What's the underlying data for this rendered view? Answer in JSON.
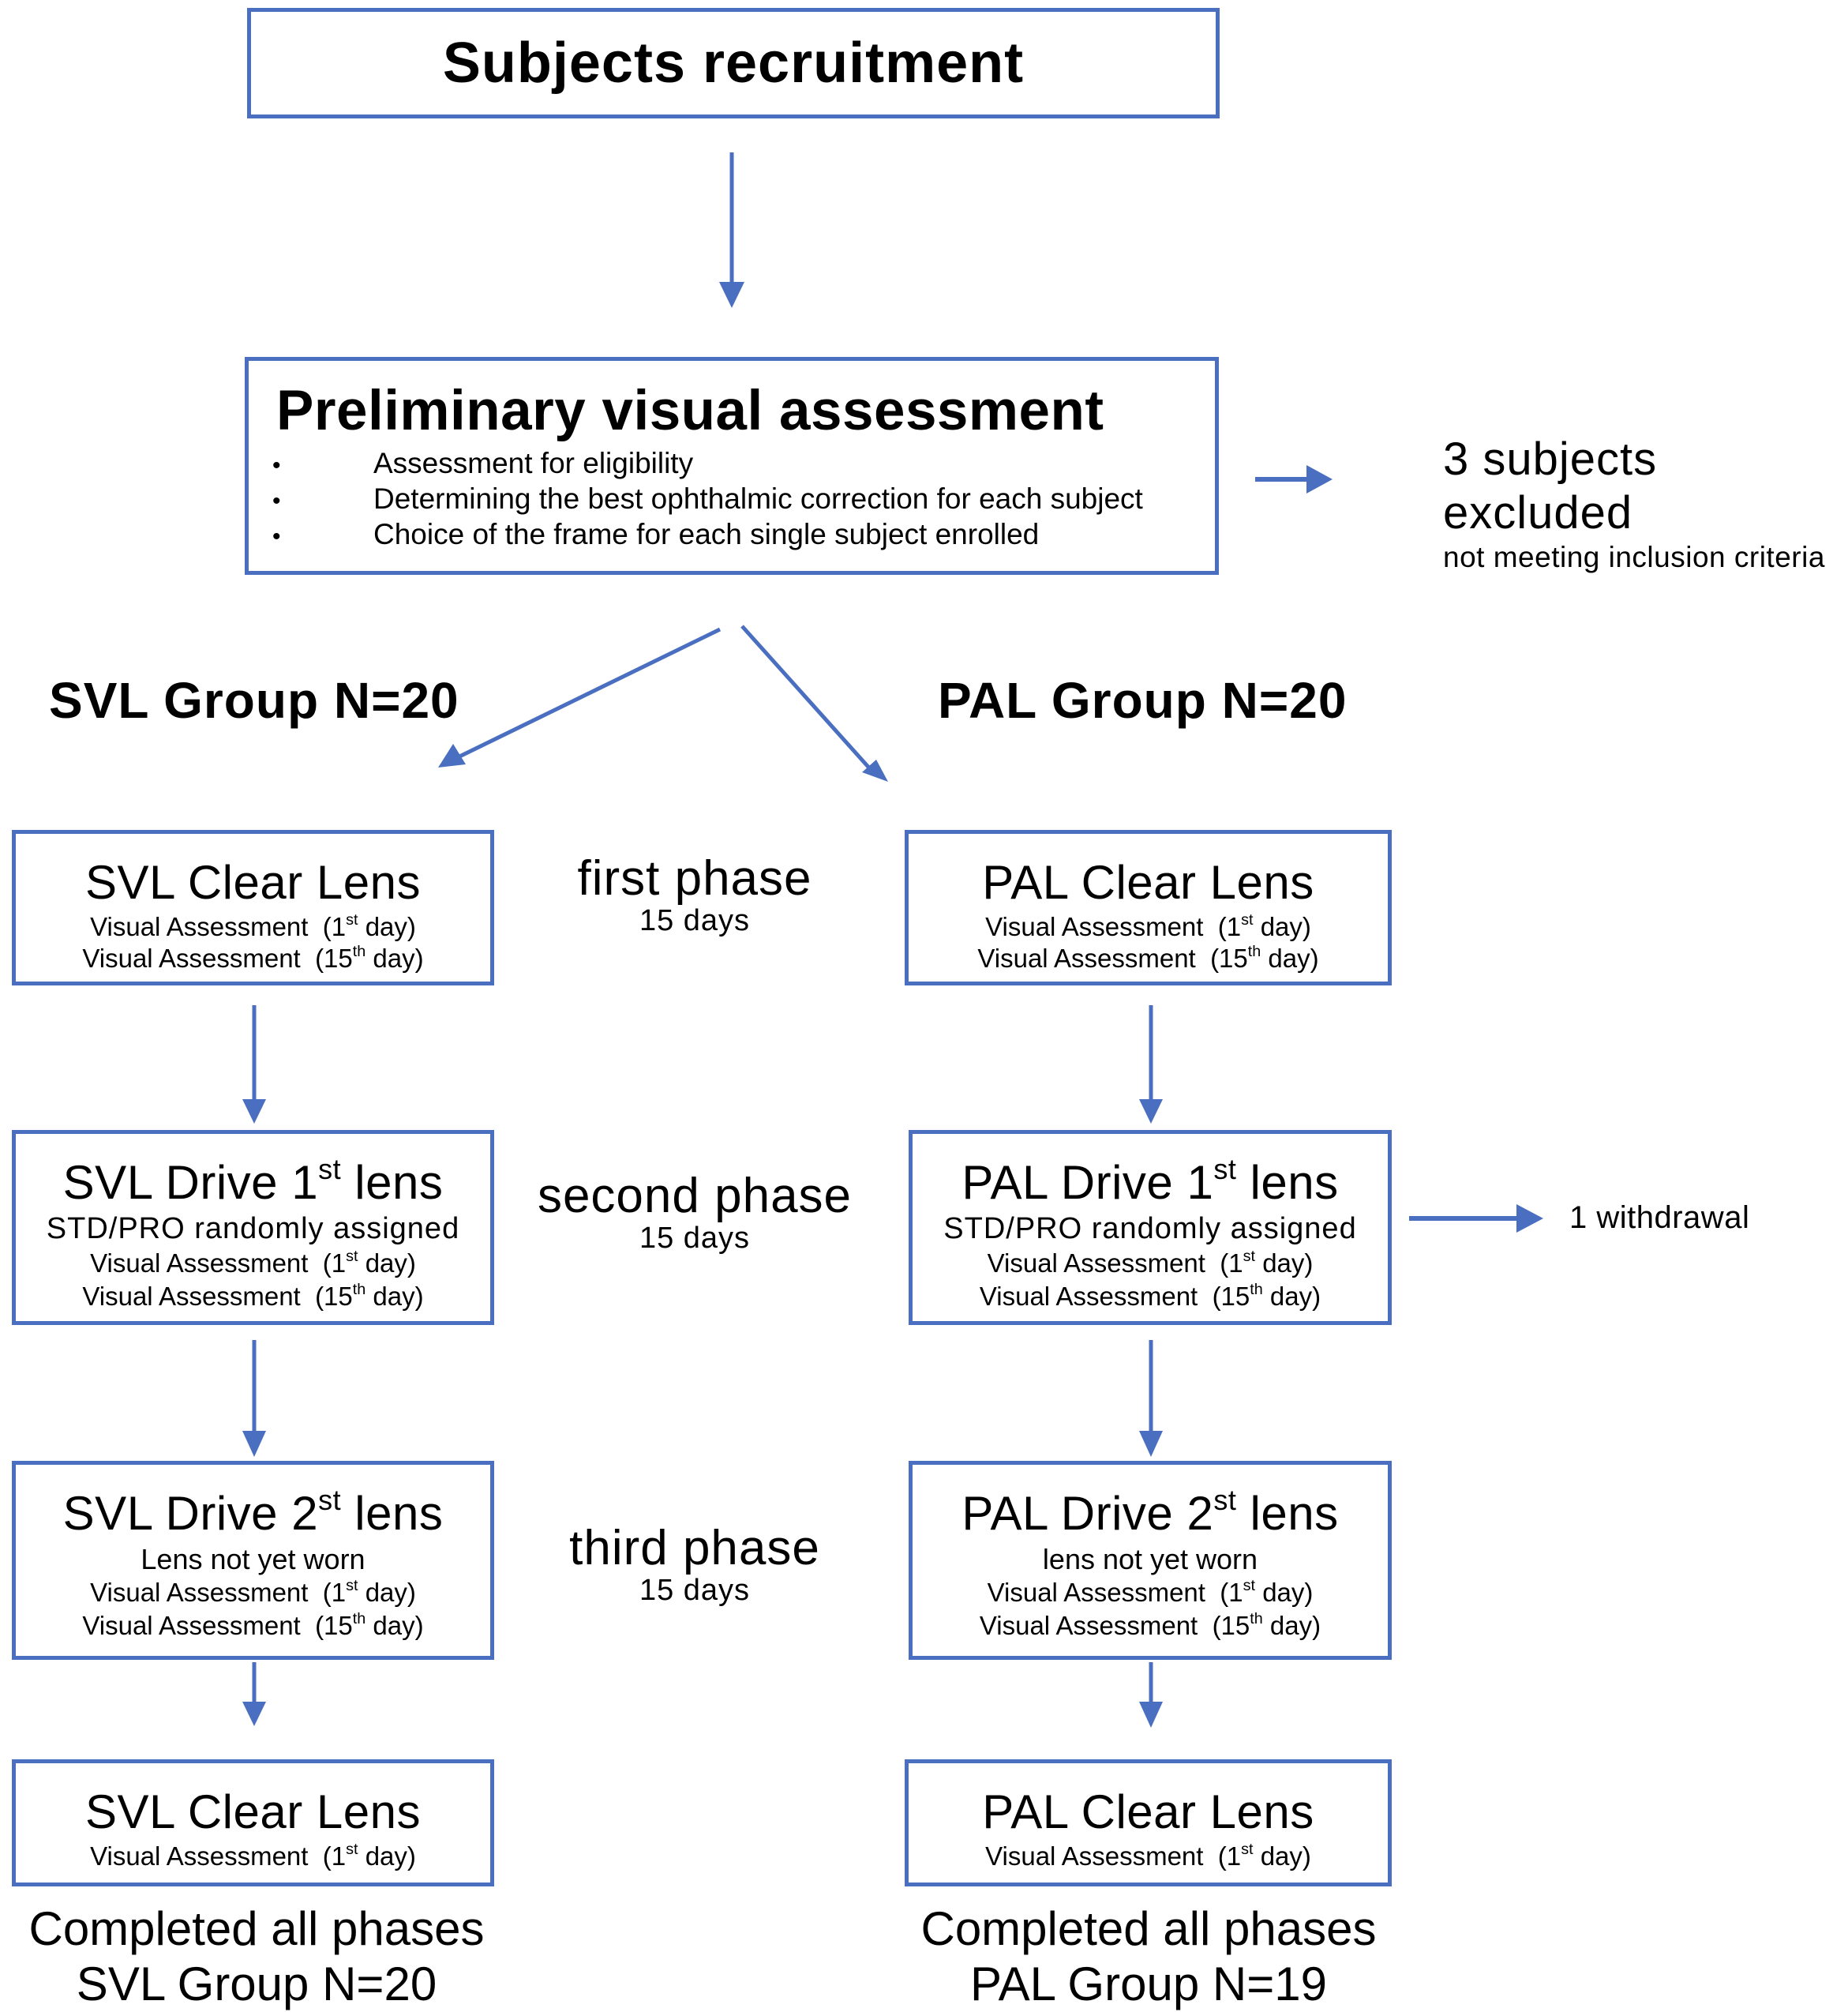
{
  "colors": {
    "accent": "#4a6fc0",
    "text": "#000000",
    "background": "#ffffff"
  },
  "recruitment": {
    "title": "Subjects recruitment"
  },
  "preliminary": {
    "title": "Preliminary visual assessment",
    "bullets": [
      "Assessment for eligibility",
      "Determining the best ophthalmic correction for each subject",
      "Choice of the frame  for each single subject enrolled"
    ]
  },
  "exclusion": {
    "line1": "3 subjects",
    "line2": "excluded",
    "line3": "not meeting inclusion criteria"
  },
  "groups": {
    "svl": {
      "label": "SVL Group N=20"
    },
    "pal": {
      "label": "PAL Group N=20"
    }
  },
  "phases": [
    {
      "title": "first phase",
      "duration": "15 days"
    },
    {
      "title": "second phase",
      "duration": "15 days"
    },
    {
      "title": "third phase",
      "duration": "15 days"
    }
  ],
  "assessment": {
    "label": "Visual Assessment",
    "day1_prefix": "(1",
    "day1_sup": "st",
    "day1_suffix": " day)",
    "day15_prefix": "(15",
    "day15_sup": "th",
    "day15_suffix": " day)"
  },
  "svl_column": {
    "clear1": {
      "title": "SVL Clear Lens"
    },
    "drive1": {
      "title_prefix": "SVL Drive 1",
      "title_sup": "st",
      "title_suffix": " lens",
      "note": "STD/PRO  randomly assigned"
    },
    "drive2": {
      "title_prefix": "SVL Drive 2",
      "title_sup": "st",
      "title_suffix": " lens",
      "note": "Lens not yet worn"
    },
    "clear2": {
      "title": "SVL Clear Lens"
    },
    "completed": {
      "line1": "Completed all phases",
      "line2": "SVL Group N=20"
    }
  },
  "pal_column": {
    "clear1": {
      "title": "PAL Clear Lens"
    },
    "drive1": {
      "title_prefix": "PAL Drive 1",
      "title_sup": "st",
      "title_suffix": " lens",
      "note": "STD/PRO  randomly assigned"
    },
    "drive2": {
      "title_prefix": "PAL Drive 2",
      "title_sup": "st",
      "title_suffix": " lens",
      "note": "lens not yet worn"
    },
    "clear2": {
      "title": "PAL Clear Lens"
    },
    "completed": {
      "line1": "Completed all phases",
      "line2": "PAL Group N=19"
    }
  },
  "withdrawal": {
    "label": "1 withdrawal"
  }
}
